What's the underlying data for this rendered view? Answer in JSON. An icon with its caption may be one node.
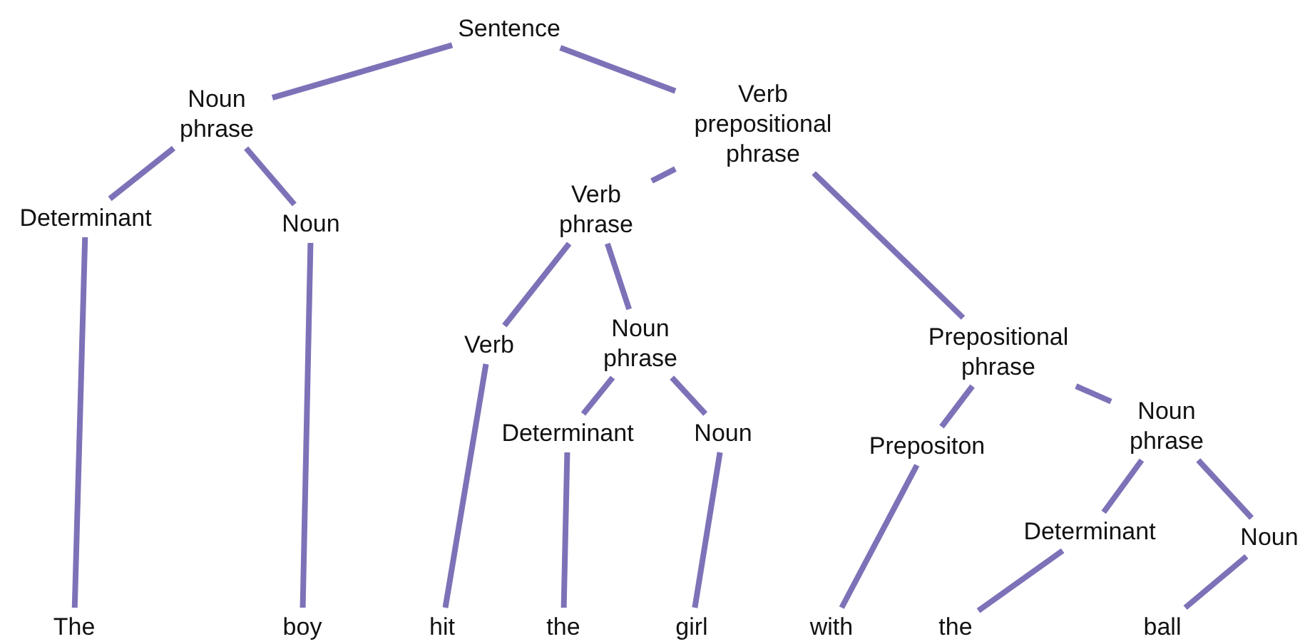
{
  "diagram": {
    "nodes": [
      {
        "text": [
          "Sentence"
        ]
      },
      {
        "text": [
          "Noun phrase"
        ]
      },
      {
        "text": [
          "Verb prepositional phrase"
        ]
      },
      {
        "text": [
          "Determinant"
        ]
      },
      {
        "text": [
          "Noun"
        ]
      },
      {
        "text": [
          "Verb phrase"
        ]
      },
      {
        "text": [
          "Verb"
        ]
      },
      {
        "text": [
          "Noun phrase"
        ]
      },
      {
        "text": [
          "Prepositional phrase"
        ]
      },
      {
        "text": [
          "Determinant"
        ]
      },
      {
        "text": [
          "Noun"
        ]
      },
      {
        "text": [
          "Prepositon"
        ]
      },
      {
        "text": [
          "Noun phrase"
        ]
      },
      {
        "text": [
          "Determinant"
        ]
      },
      {
        "text": [
          "Noun"
        ]
      },
      {
        "text": [
          "The"
        ]
      },
      {
        "text": [
          "boy"
        ]
      },
      {
        "text": [
          "hit"
        ]
      },
      {
        "text": [
          "the"
        ]
      },
      {
        "text": [
          "girl"
        ]
      },
      {
        "text": [
          "with"
        ]
      },
      {
        "text": [
          "the"
        ]
      },
      {
        "text": [
          "ball"
        ]
      }
    ],
    "edges": [
      {
        "from": 0,
        "to": 1,
        "arrow": "none"
      },
      {
        "from": 0,
        "to": 2,
        "arrow": "none"
      },
      {
        "from": 1,
        "to": 3,
        "arrow": "none"
      },
      {
        "from": 1,
        "to": 4,
        "arrow": "none"
      },
      {
        "from": 2,
        "to": 5,
        "arrow": "none"
      },
      {
        "from": 2,
        "to": 8,
        "arrow": "none"
      },
      {
        "from": 5,
        "to": 6,
        "arrow": "none"
      },
      {
        "from": 5,
        "to": 7,
        "arrow": "none"
      },
      {
        "from": 7,
        "to": 9,
        "arrow": "none"
      },
      {
        "from": 7,
        "to": 10,
        "arrow": "none"
      },
      {
        "from": 8,
        "to": 11,
        "arrow": "none"
      },
      {
        "from": 8,
        "to": 12,
        "arrow": "none"
      },
      {
        "from": 12,
        "to": 13,
        "arrow": "none"
      },
      {
        "from": 12,
        "to": 14,
        "arrow": "none"
      },
      {
        "from": 3,
        "to": 15,
        "arrow": "none"
      },
      {
        "from": 4,
        "to": 16,
        "arrow": "none"
      },
      {
        "from": 6,
        "to": 17,
        "arrow": "none"
      },
      {
        "from": 9,
        "to": 18,
        "arrow": "none"
      },
      {
        "from": 10,
        "to": 19,
        "arrow": "none"
      },
      {
        "from": 11,
        "to": 20,
        "arrow": "none"
      },
      {
        "from": 13,
        "to": 21,
        "arrow": "none"
      },
      {
        "from": 14,
        "to": 22,
        "arrow": "none"
      }
    ]
  }
}
